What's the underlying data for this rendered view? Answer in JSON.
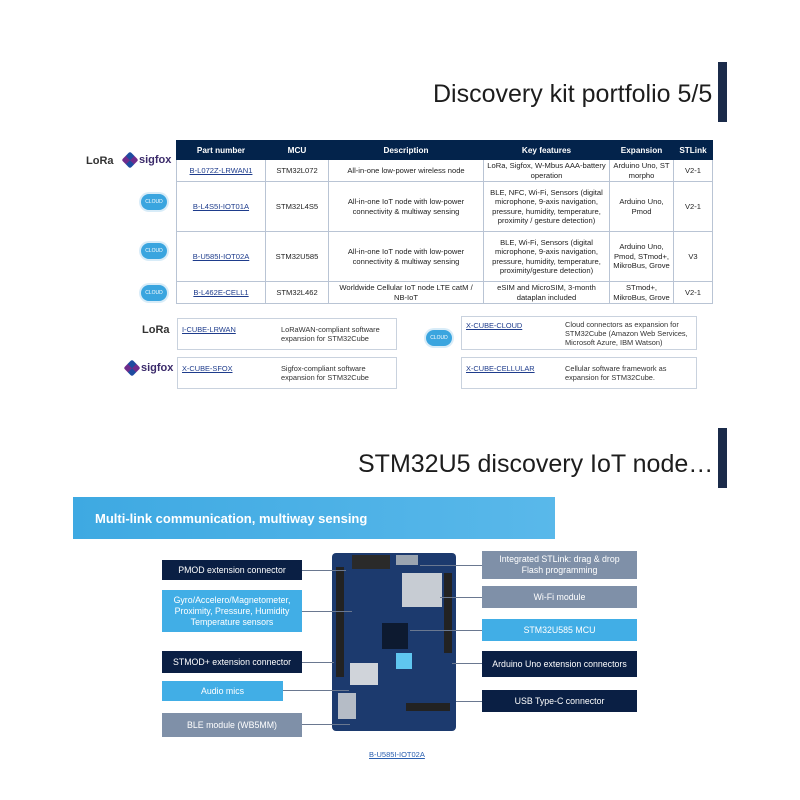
{
  "slide1": {
    "title": "Discovery kit portfolio 5/5",
    "table": {
      "headers": [
        "Part number",
        "MCU",
        "Description",
        "Key features",
        "Expansion",
        "STLink"
      ],
      "rows": [
        {
          "part": "B-L072Z-LRWAN1",
          "mcu": "STM32L072",
          "description": "All-in-one low-power wireless node",
          "features": "LoRa, Sigfox, W-Mbus AAA-battery operation",
          "expansion": "Arduino Uno, ST morpho",
          "stlink": "V2-1"
        },
        {
          "part": "B-L4S5I-IOT01A",
          "mcu": "STM32L4S5",
          "description": "All-in-one IoT node with low-power connectivity & multiway sensing",
          "features": "BLE, NFC, Wi-Fi, Sensors (digital microphone, 9-axis navigation, pressure, humidity, temperature, proximity / gesture detection)",
          "expansion": "Arduino Uno, Pmod",
          "stlink": "V2-1"
        },
        {
          "part": "B-U585I-IOT02A",
          "mcu": "STM32U585",
          "description": "All-in-one IoT node with low-power connectivity & multiway sensing",
          "features": "BLE, Wi-Fi, Sensors (digital microphone, 9-axis navigation, pressure, humidity, temperature, proximity/gesture detection)",
          "expansion": "Arduino Uno, Pmod, STmod+, MikroBus, Grove",
          "stlink": "V3"
        },
        {
          "part": "B-L462E-CELL1",
          "mcu": "STM32L462",
          "description": "Worldwide Cellular IoT node LTE catM / NB-IoT",
          "features": "eSIM and MicroSIM, 3-month dataplan included",
          "expansion": "STmod+, MikroBus, Grove",
          "stlink": "V2-1"
        }
      ]
    },
    "logos": {
      "lora": "LoRa",
      "sigfox": "sigfox",
      "cloud": "CLOUD"
    },
    "software": [
      {
        "name": "I-CUBE-LRWAN",
        "desc": "LoRaWAN-compliant software expansion for STM32Cube"
      },
      {
        "name": "X-CUBE-SFOX",
        "desc": "Sigfox-compliant software expansion for STM32Cube"
      },
      {
        "name": "X-CUBE-CLOUD",
        "desc": "Cloud connectors as expansion for STM32Cube (Amazon Web Services, Microsoft Azure, IBM Watson)"
      },
      {
        "name": "X-CUBE-CELLULAR",
        "desc": "Cellular software framework as expansion for STM32Cube."
      }
    ]
  },
  "slide2": {
    "title": "STM32U5 discovery IoT node…",
    "banner": "Multi-link communication, multiway sensing",
    "labels": {
      "pmod": "PMOD extension connector",
      "sensors": "Gyro/Accelero/Magnetometer, Proximity, Pressure, Humidity Temperature sensors",
      "stmod": "STMOD+ extension connector",
      "mics": "Audio mics",
      "ble": "BLE module (WB5MM)",
      "stlink": "Integrated STLink: drag & drop Flash programming",
      "wifi": "Wi-Fi module",
      "mcu": "STM32U585 MCU",
      "arduino": "Arduino Uno extension connectors",
      "usb": "USB Type-C connector"
    },
    "caption": "B-U585I-IOT02A",
    "colors": {
      "dark": "#0a1f44",
      "light": "#41aee6",
      "gray": "#7f90a8"
    }
  }
}
